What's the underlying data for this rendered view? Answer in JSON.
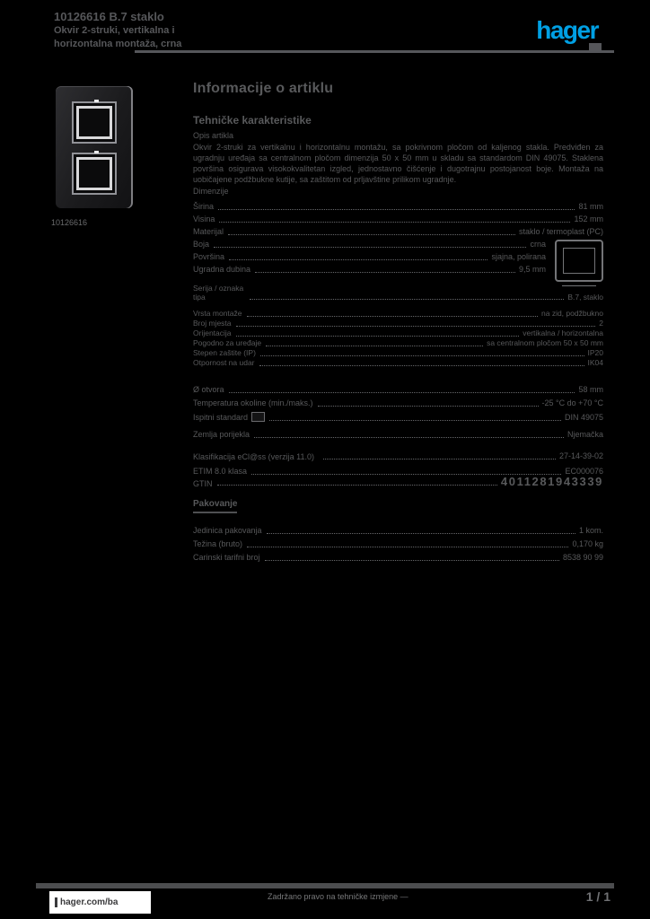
{
  "colors": {
    "accent": "#00a0e4",
    "text": "#58595b",
    "background": "#000000"
  },
  "header": {
    "ref": "10126616 B.7 staklo",
    "name_line1": "Okvir 2-struki, vertikalna i",
    "name_line2": "horizontalna montaža, crna",
    "logo": "hager"
  },
  "photo": {
    "caption": "10126616"
  },
  "main": {
    "title": "Informacije o artiklu",
    "subtitle": "Tehničke karakteristike",
    "description_label": "Opis artikla",
    "description": "Okvir 2-struki za vertikalnu i horizontalnu montažu, sa pokrivnom pločom od kaljenog stakla. Predviđen za ugradnju uređaja sa centralnom pločom dimenzija 50 x 50 mm u skladu sa standardom DIN 49075. Staklena površina osigurava visokokvalitetan izgled, jednostavno čišćenje i dugotrajnu postojanost boje. Montaža na uobičajene podžbukne kutije, sa zaštitom od prljavštine prilikom ugradnje.",
    "dim_section_label": "Dimenzije",
    "specs_a": [
      {
        "label": "Širina",
        "value": "81 mm"
      },
      {
        "label": "Visina",
        "value": "152 mm"
      },
      {
        "label": "Materijal",
        "value": "staklo / termoplast (PC)"
      },
      {
        "label": "Boja",
        "value": "crna"
      },
      {
        "label": "Površina",
        "value": "sjajna, polirana"
      },
      {
        "label": "Ugradna dubina",
        "value": "9,5 mm"
      }
    ],
    "type_row": {
      "label": "Serija / oznaka tipa",
      "value": "B.7, staklo"
    },
    "specs_b": [
      {
        "label": "Vrsta montaže",
        "value": "na zid, podžbukno"
      },
      {
        "label": "Broj mjesta",
        "value": "2"
      },
      {
        "label": "Orijentacija",
        "value": "vertikalna / horizontalna"
      },
      {
        "label": "Pogodno za uređaje",
        "value": "sa centralnom pločom 50 x 50 mm"
      },
      {
        "label": "Stepen zaštite (IP)",
        "value": "IP20"
      },
      {
        "label": "Otpornost na udar",
        "value": "IK04"
      }
    ],
    "specs_c": [
      {
        "label": "Ø otvora",
        "value": "58 mm"
      },
      {
        "label": "Temperatura okoline (min./maks.)",
        "value": "-25 °C do +70 °C"
      },
      {
        "label": "Ispitni standard",
        "value": "DIN 49075"
      },
      {
        "label": "Zemlja porijekla",
        "value": "Njemačka"
      },
      {
        "label": "Klasifikacija eCl@ss (verzija 11.0)",
        "value": "27-14-39-02"
      },
      {
        "label": "ETIM 8.0 klasa",
        "value": "EC000076"
      }
    ],
    "gtin": {
      "label": "GTIN",
      "value": "4011281943339"
    },
    "packaging": {
      "heading": "Pakovanje",
      "rows": [
        {
          "label": "Jedinica pakovanja",
          "value": "1 kom."
        },
        {
          "label": "Težina (bruto)",
          "value": "0,170 kg"
        },
        {
          "label": "Carinski tarifni broj",
          "value": "8538 90 99"
        }
      ]
    }
  },
  "footer": {
    "site": "hager.com/ba",
    "notice": "Zadržano pravo na tehničke izmjene —",
    "page": "1 / 1"
  }
}
